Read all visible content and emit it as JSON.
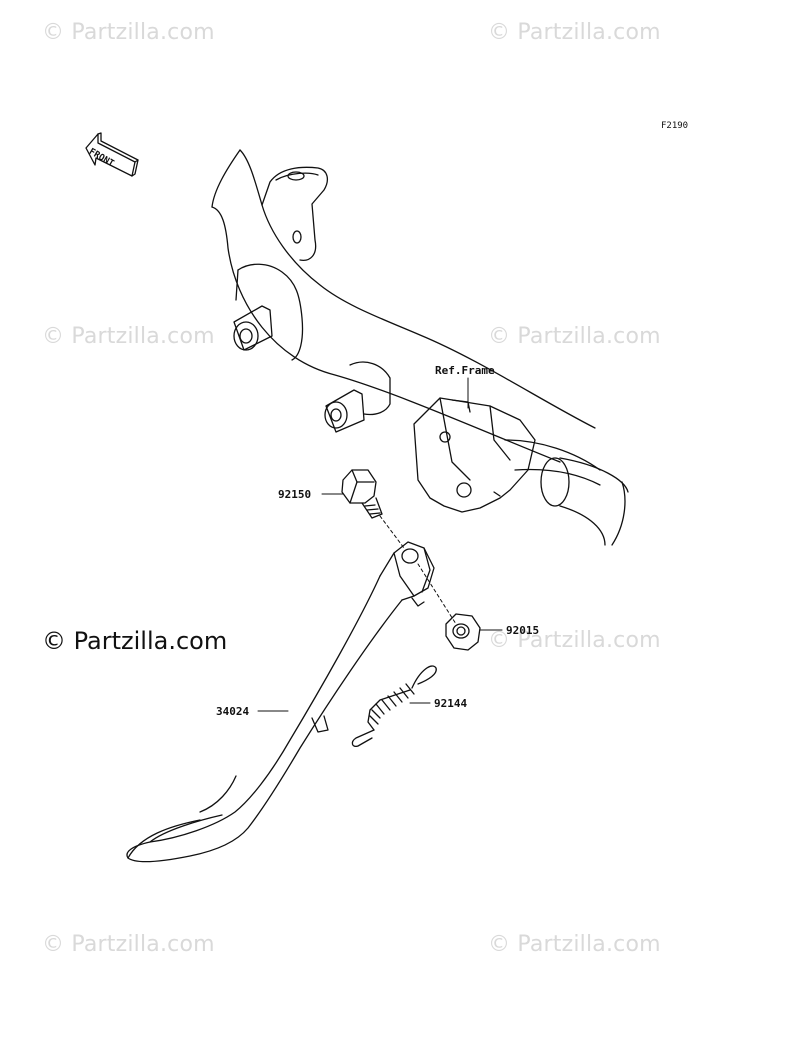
{
  "diagram": {
    "figure_code": "F2190",
    "front_label": "FRONT",
    "ref_label": "Ref.Frame",
    "parts": [
      {
        "number": "92150"
      },
      {
        "number": "92015"
      },
      {
        "number": "34024"
      },
      {
        "number": "92144"
      }
    ]
  },
  "watermarks": {
    "text": "© Partzilla.com",
    "main": "© Partzilla.com"
  },
  "colors": {
    "line": "#111111",
    "watermark": "#d9d9d9",
    "background": "#ffffff"
  }
}
